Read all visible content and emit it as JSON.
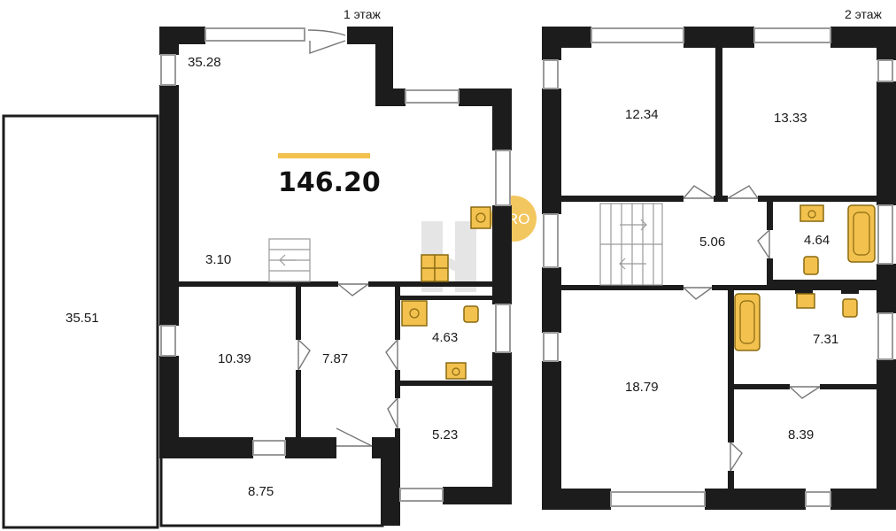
{
  "colors": {
    "wall": "#1c1c1c",
    "fixture_fill": "#f2c14e",
    "fixture_stroke": "#8a6a10",
    "accent_bar": "#f2c14e",
    "pro_badge": "#f2c14e",
    "watermark": "#d9d9d9",
    "window_frame": "#9a9a9a"
  },
  "floors": {
    "first": "1 этаж",
    "second": "2 этаж"
  },
  "total_area": "146.20",
  "watermark": {
    "badge": "PRO"
  },
  "rooms": {
    "first": {
      "main": "35.28",
      "hall": "3.10",
      "left_room": "10.39",
      "middle_room": "7.87",
      "bathroom": "4.63",
      "small_room": "5.23",
      "terrace": "8.75",
      "garage": "35.51"
    },
    "second": {
      "bedroom_left": "12.34",
      "bedroom_right": "13.33",
      "corridor": "5.06",
      "bath_top": "4.64",
      "bath_bottom": "7.31",
      "big_room": "18.79",
      "small_room": "8.39"
    }
  }
}
